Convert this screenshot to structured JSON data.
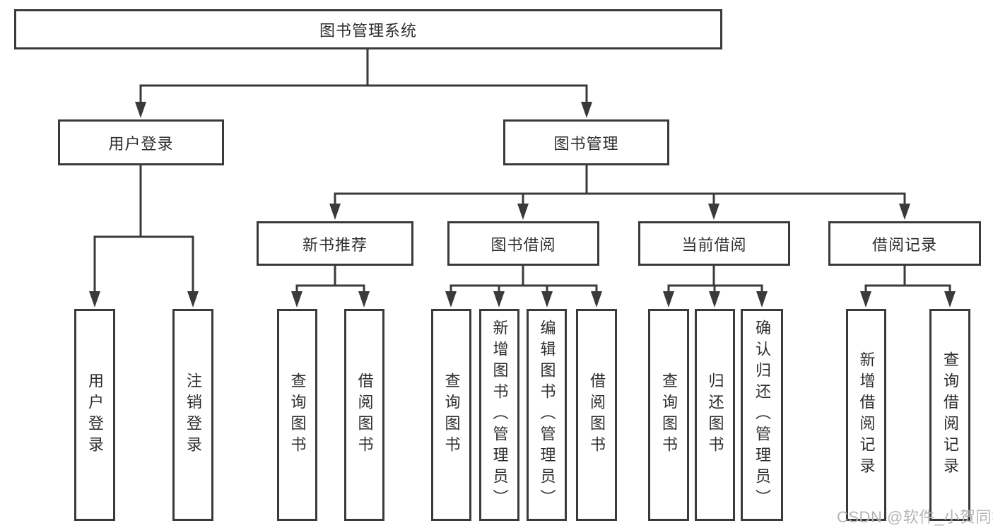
{
  "root": {
    "label": "图书管理系统"
  },
  "branches": [
    {
      "label": "用户登录",
      "children": [
        {
          "label": "用户登录"
        },
        {
          "label": "注销登录"
        }
      ]
    },
    {
      "label": "图书管理",
      "children": [
        {
          "label": "新书推荐",
          "children": [
            {
              "label": "查询图书"
            },
            {
              "label": "借阅图书"
            }
          ]
        },
        {
          "label": "图书借阅",
          "children": [
            {
              "label": "查询图书"
            },
            {
              "label": "新增图书（管理员）"
            },
            {
              "label": "编辑图书（管理员）"
            },
            {
              "label": "借阅图书"
            }
          ]
        },
        {
          "label": "当前借阅",
          "children": [
            {
              "label": "查询图书"
            },
            {
              "label": "归还图书"
            },
            {
              "label": "确认归还（管理员）"
            }
          ]
        },
        {
          "label": "借阅记录",
          "children": [
            {
              "label": "新增借阅记录"
            },
            {
              "label": "查询借阅记录"
            }
          ]
        }
      ]
    }
  ],
  "watermark": {
    "text": "CSDN @软件_小贺同学"
  },
  "colors": {
    "line": "#3a3a3a",
    "box_border": "#3a3a3a",
    "box_background": "#ffffff",
    "text": "#2e2e2e",
    "watermark": "#b5b5b5",
    "page_background": "#ffffff"
  }
}
